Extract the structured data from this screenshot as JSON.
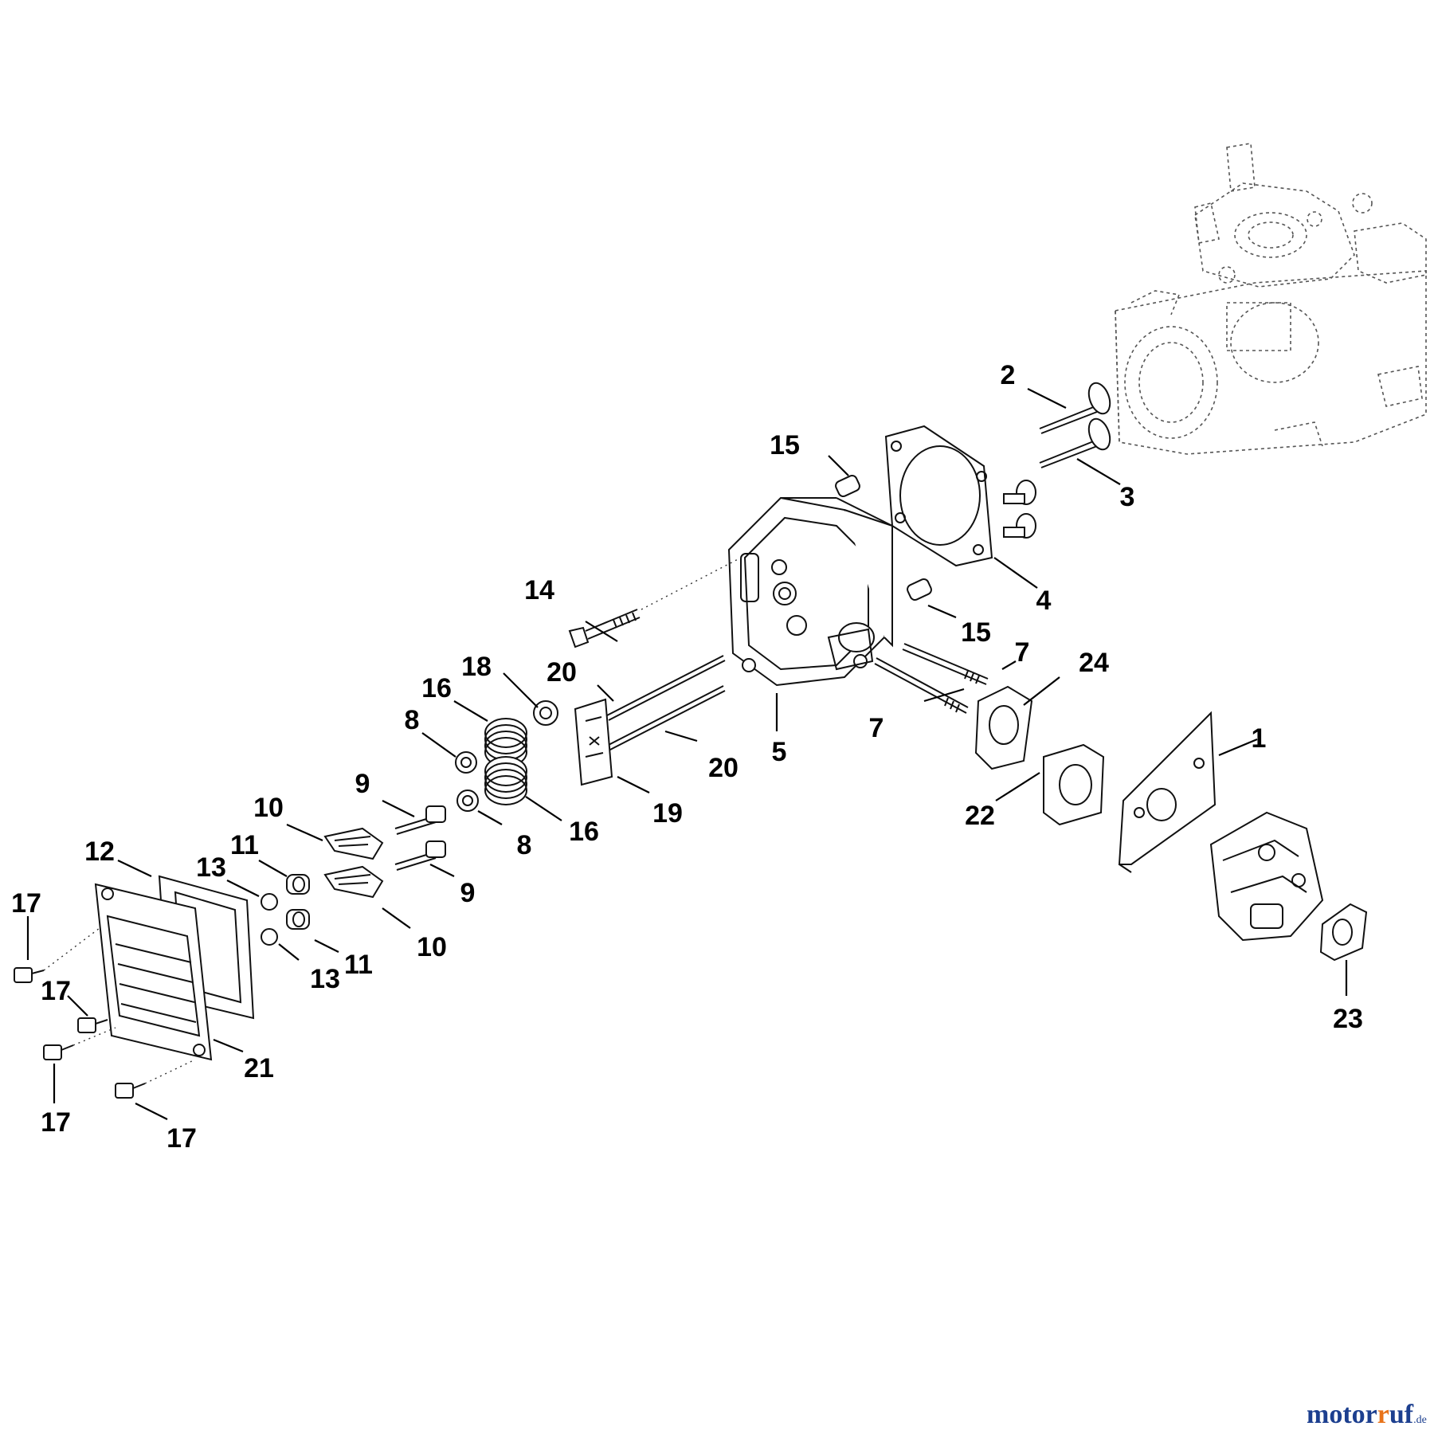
{
  "callouts": {
    "c1": "1",
    "c2": "2",
    "c3": "3",
    "c4": "4",
    "c5": "5",
    "c7a": "7",
    "c7b": "7",
    "c8a": "8",
    "c8b": "8",
    "c9a": "9",
    "c9b": "9",
    "c10a": "10",
    "c10b": "10",
    "c11a": "11",
    "c11b": "11",
    "c12": "12",
    "c13a": "13",
    "c13b": "13",
    "c14": "14",
    "c15a": "15",
    "c15b": "15",
    "c16a": "16",
    "c16b": "16",
    "c17a": "17",
    "c17b": "17",
    "c17c": "17",
    "c17d": "17",
    "c18": "18",
    "c19": "19",
    "c20a": "20",
    "c20b": "20",
    "c21": "21",
    "c22": "22",
    "c23": "23",
    "c24": "24"
  },
  "watermark": {
    "brand_a": "motor",
    "brand_b": "uf",
    "tld": ".de",
    "colors": {
      "blue": "#1c3f8f",
      "orange": "#e8731a"
    }
  }
}
